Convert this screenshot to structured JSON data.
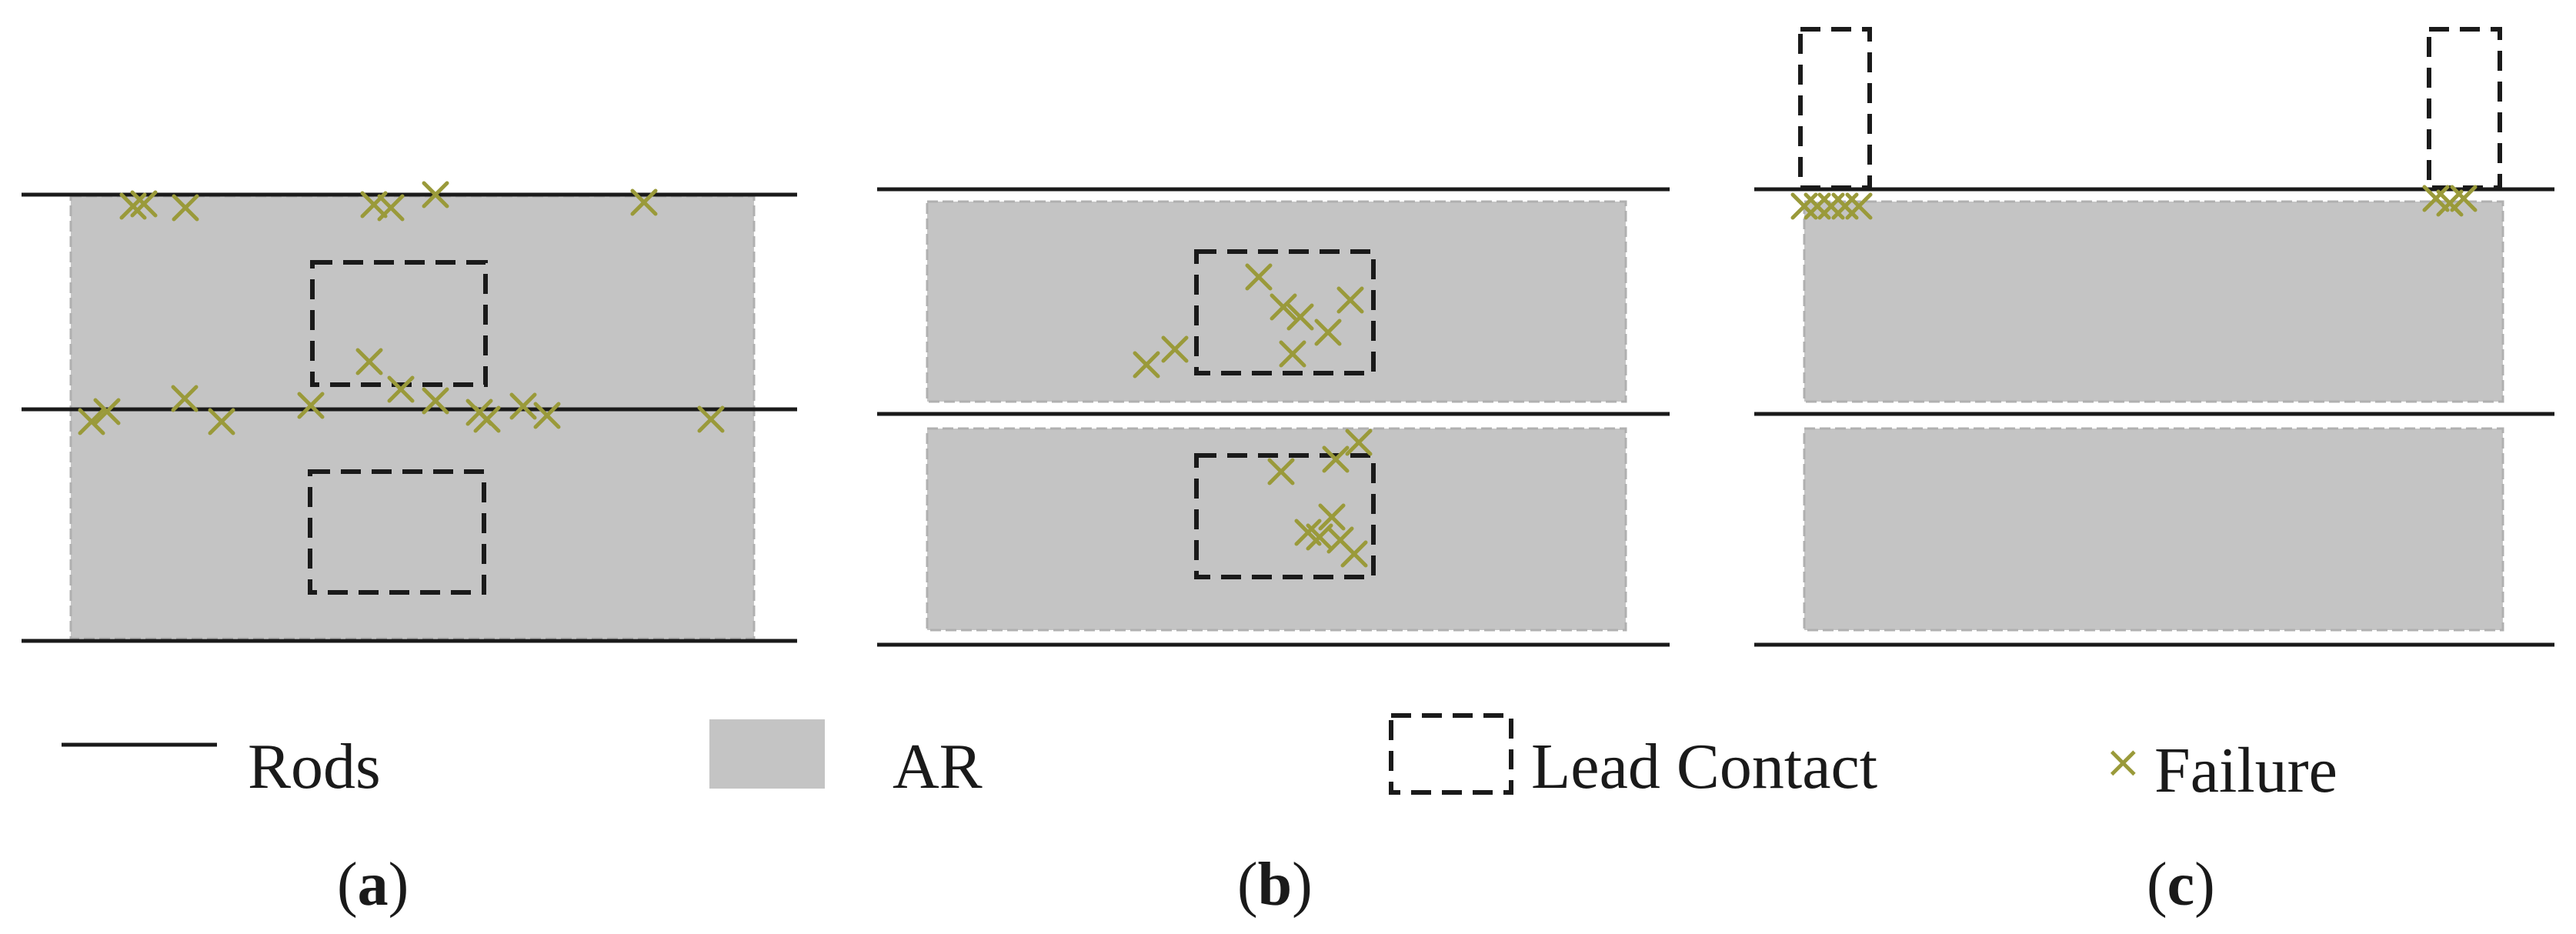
{
  "legend": {
    "rods_label": "Rods",
    "ar_label": "AR",
    "lead_contact_label": "Lead Contact",
    "failure_label": "Failure",
    "failure_symbol": "×"
  },
  "panels": [
    {
      "id": "a",
      "caption_open": "(",
      "caption_letter": "a",
      "caption_close": ")",
      "failure_count": 20
    },
    {
      "id": "b",
      "caption_open": "(",
      "caption_letter": "b",
      "caption_close": ")",
      "failure_count": 16
    },
    {
      "id": "c",
      "caption_open": "(",
      "caption_letter": "c",
      "caption_close": ")",
      "failure_count": 8
    }
  ],
  "colors": {
    "rod": "#1a1a1a",
    "ar_fill": "#c4c4c4",
    "lead_contact_stroke": "#1a1a1a",
    "failure": "#9a9a3a",
    "background": "#ffffff"
  }
}
